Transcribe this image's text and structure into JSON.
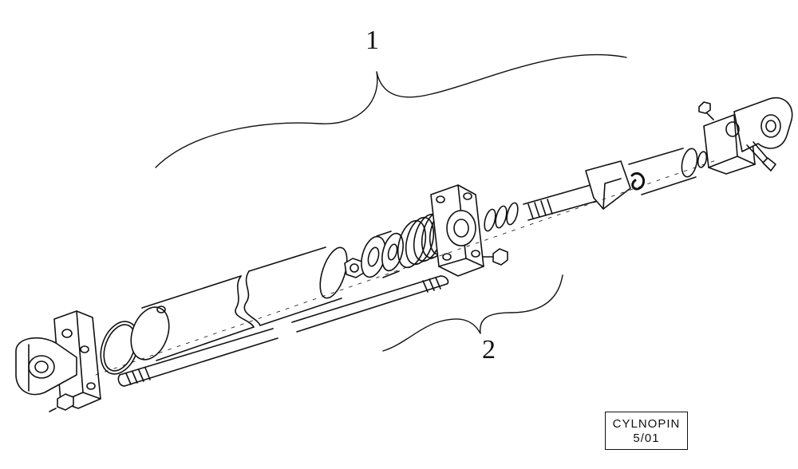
{
  "callouts": [
    {
      "label": "1"
    },
    {
      "label": "2"
    }
  ],
  "title_block": {
    "code": "CYLNOPIN",
    "date": "5/01"
  },
  "colors": {
    "ink": "#111111",
    "background": "#ffffff"
  }
}
